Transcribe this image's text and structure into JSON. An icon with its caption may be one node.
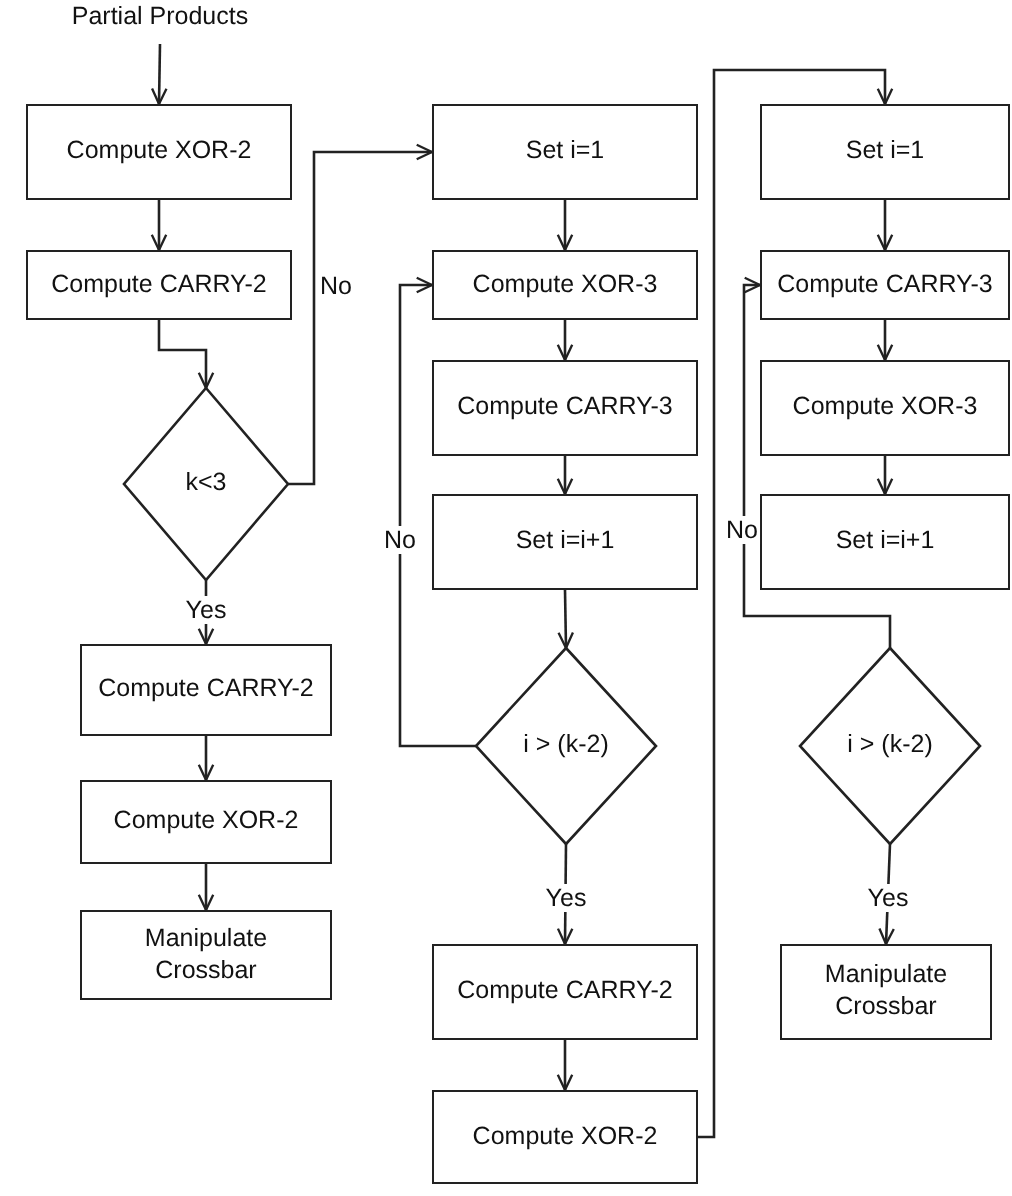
{
  "diagram": {
    "nodes": [
      {
        "text": [
          "Partial Products"
        ]
      },
      {
        "text": [
          "Compute XOR-2"
        ]
      },
      {
        "text": [
          "Compute CARRY-2"
        ]
      },
      {
        "text": [
          "k<3"
        ]
      },
      {
        "text": [
          "Compute CARRY-2"
        ]
      },
      {
        "text": [
          "Compute XOR-2"
        ]
      },
      {
        "text": [
          "Manipulate Crossbar"
        ]
      },
      {
        "text": [
          "Set i=1"
        ]
      },
      {
        "text": [
          "Compute XOR-3"
        ]
      },
      {
        "text": [
          "Compute CARRY-3"
        ]
      },
      {
        "text": [
          "Set i=i+1"
        ]
      },
      {
        "text": [
          "i > (k-2)"
        ]
      },
      {
        "text": [
          "Compute CARRY-2"
        ]
      },
      {
        "text": [
          "Compute XOR-2"
        ]
      },
      {
        "text": [
          "Set i=1"
        ]
      },
      {
        "text": [
          "Compute CARRY-3"
        ]
      },
      {
        "text": [
          "Compute XOR-3"
        ]
      },
      {
        "text": [
          "Set i=i+1"
        ]
      },
      {
        "text": [
          "i > (k-2)"
        ]
      },
      {
        "text": [
          "Manipulate Crossbar"
        ]
      }
    ],
    "edges": [
      {
        "from": 0,
        "to": 1,
        "arrow": "to"
      },
      {
        "from": 1,
        "to": 2,
        "arrow": "to"
      },
      {
        "from": 2,
        "to": 3,
        "arrow": "to"
      },
      {
        "from": 3,
        "to": 7,
        "arrow": "to",
        "label": "No"
      },
      {
        "from": 3,
        "to": 4,
        "arrow": "to",
        "label": "Yes"
      },
      {
        "from": 4,
        "to": 5,
        "arrow": "to"
      },
      {
        "from": 5,
        "to": 6,
        "arrow": "to"
      },
      {
        "from": 7,
        "to": 8,
        "arrow": "to"
      },
      {
        "from": 8,
        "to": 9,
        "arrow": "to"
      },
      {
        "from": 9,
        "to": 10,
        "arrow": "to"
      },
      {
        "from": 10,
        "to": 11,
        "arrow": "to"
      },
      {
        "from": 11,
        "to": 8,
        "arrow": "to",
        "label": "No"
      },
      {
        "from": 11,
        "to": 12,
        "arrow": "to",
        "label": "Yes"
      },
      {
        "from": 12,
        "to": 13,
        "arrow": "to"
      },
      {
        "from": 13,
        "to": 14,
        "arrow": "to"
      },
      {
        "from": 14,
        "to": 15,
        "arrow": "to"
      },
      {
        "from": 15,
        "to": 16,
        "arrow": "to"
      },
      {
        "from": 16,
        "to": 17,
        "arrow": "to"
      },
      {
        "from": 18,
        "to": 15,
        "arrow": "to",
        "label": "No"
      },
      {
        "from": 18,
        "to": 19,
        "arrow": "to",
        "label": "Yes"
      }
    ]
  }
}
